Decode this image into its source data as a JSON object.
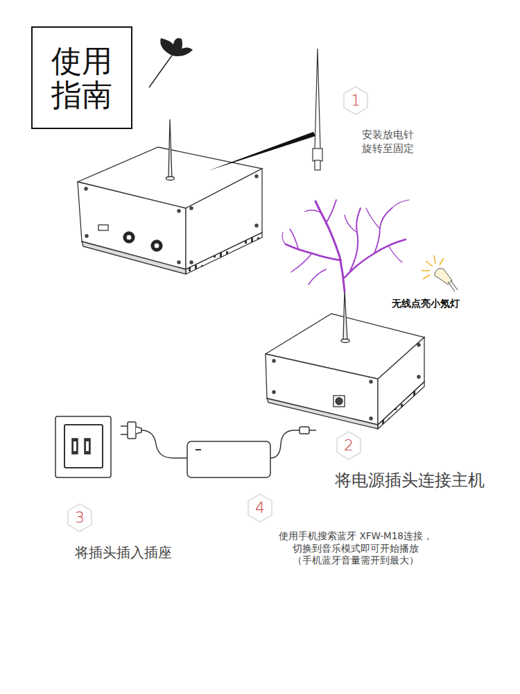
{
  "diagram": {
    "title": "使用 指南",
    "labels": [
      "1",
      "安装放电针 旋转至固定",
      "无线点亮小氖灯",
      "2",
      "将电源插头连接主机",
      "3",
      "4",
      "将插头插入插座",
      "使用手机搜索蓝牙 XFW-M18连接， 切换到音乐模式即可开始播放 （手机蓝牙音量需开到最大）"
    ]
  }
}
